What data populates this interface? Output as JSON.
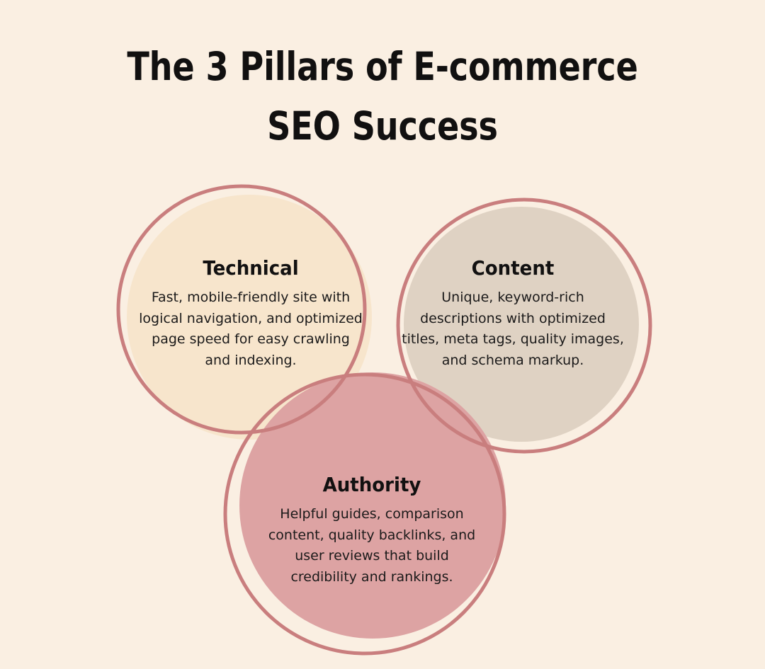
{
  "title": {
    "line1": "The 3 Pillars of E-commerce",
    "line2": "SEO Success"
  },
  "colors": {
    "background": "#FAEFE2",
    "technical_fill": "#F7E5CC",
    "content_fill": "#DFD2C3",
    "authority_fill": "#DDA3A3",
    "ring_stroke": "#C97E7E",
    "title_text": "#111010",
    "body_text": "#1B1A1A"
  },
  "diagram": {
    "type": "venn-3-circle",
    "pillars": [
      {
        "id": "technical",
        "heading": "Technical",
        "body": "Fast, mobile-friendly site with logical navigation, and optimized page speed for easy crawling and indexing.",
        "fill": "#F7E5CC",
        "position": "top-left"
      },
      {
        "id": "content",
        "heading": "Content",
        "body": "Unique, keyword-rich descriptions with optimized titles, meta tags, quality images, and schema markup.",
        "fill": "#DFD2C3",
        "position": "top-right"
      },
      {
        "id": "authority",
        "heading": "Authority",
        "body": "Helpful guides, comparison content, quality backlinks, and user reviews that build credibility and rankings.",
        "fill": "#DDA3A3",
        "position": "bottom-center"
      }
    ]
  }
}
